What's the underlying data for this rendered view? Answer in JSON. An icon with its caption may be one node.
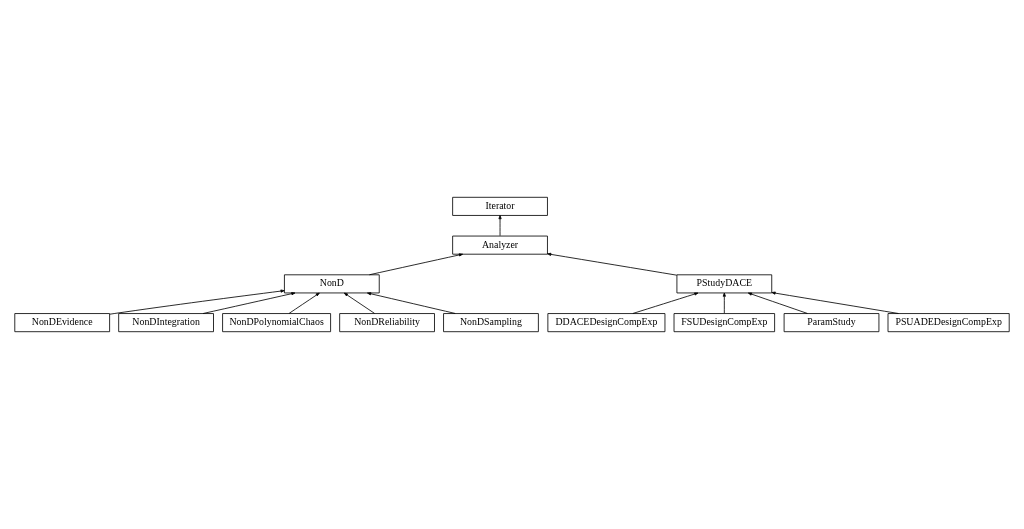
{
  "diagram": {
    "nodes": [
      {
        "text": [
          "Iterator"
        ]
      },
      {
        "text": [
          "Analyzer"
        ]
      },
      {
        "text": [
          "NonD"
        ]
      },
      {
        "text": [
          "PStudyDACE"
        ]
      },
      {
        "text": [
          "NonDEvidence"
        ]
      },
      {
        "text": [
          "NonDIntegration"
        ]
      },
      {
        "text": [
          "NonDPolynomialChaos"
        ]
      },
      {
        "text": [
          "NonDReliability"
        ]
      },
      {
        "text": [
          "NonDSampling"
        ]
      },
      {
        "text": [
          "DDACEDesignCompExp"
        ]
      },
      {
        "text": [
          "FSUDesignCompExp"
        ]
      },
      {
        "text": [
          "ParamStudy"
        ]
      },
      {
        "text": [
          "PSUADEDesignCompExp"
        ]
      }
    ],
    "edges": [
      {
        "from": 1,
        "to": 0,
        "arrow": "to"
      },
      {
        "from": 2,
        "to": 1,
        "arrow": "to"
      },
      {
        "from": 3,
        "to": 1,
        "arrow": "to"
      },
      {
        "from": 4,
        "to": 2,
        "arrow": "to"
      },
      {
        "from": 5,
        "to": 2,
        "arrow": "to"
      },
      {
        "from": 6,
        "to": 2,
        "arrow": "to"
      },
      {
        "from": 7,
        "to": 2,
        "arrow": "to"
      },
      {
        "from": 8,
        "to": 2,
        "arrow": "to"
      },
      {
        "from": 9,
        "to": 3,
        "arrow": "to"
      },
      {
        "from": 10,
        "to": 3,
        "arrow": "to"
      },
      {
        "from": 11,
        "to": 3,
        "arrow": "to"
      },
      {
        "from": 12,
        "to": 3,
        "arrow": "to"
      }
    ]
  }
}
